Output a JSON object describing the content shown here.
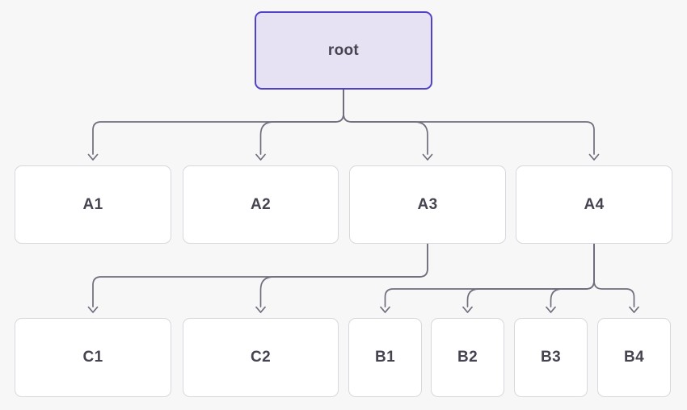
{
  "colors": {
    "page_bg": "#f7f7f8",
    "root_fill": "#e6e2f4",
    "root_border": "#5143c7",
    "node_fill": "#ffffff",
    "node_border": "#d8d8de",
    "label_text": "#474350",
    "connector": "#6e6e7d"
  },
  "nodes": {
    "root": {
      "label": "root"
    },
    "a1": {
      "label": "A1"
    },
    "a2": {
      "label": "A2"
    },
    "a3": {
      "label": "A3"
    },
    "a4": {
      "label": "A4"
    },
    "c1": {
      "label": "C1"
    },
    "c2": {
      "label": "C2"
    },
    "b1": {
      "label": "B1"
    },
    "b2": {
      "label": "B2"
    },
    "b3": {
      "label": "B3"
    },
    "b4": {
      "label": "B4"
    }
  },
  "edges": [
    {
      "from": "root",
      "to": "A1"
    },
    {
      "from": "root",
      "to": "A2"
    },
    {
      "from": "root",
      "to": "A3"
    },
    {
      "from": "root",
      "to": "A4"
    },
    {
      "from": "A3",
      "to": "C1"
    },
    {
      "from": "A3",
      "to": "C2"
    },
    {
      "from": "A4",
      "to": "B1"
    },
    {
      "from": "A4",
      "to": "B2"
    },
    {
      "from": "A4",
      "to": "B3"
    },
    {
      "from": "A4",
      "to": "B4"
    }
  ]
}
